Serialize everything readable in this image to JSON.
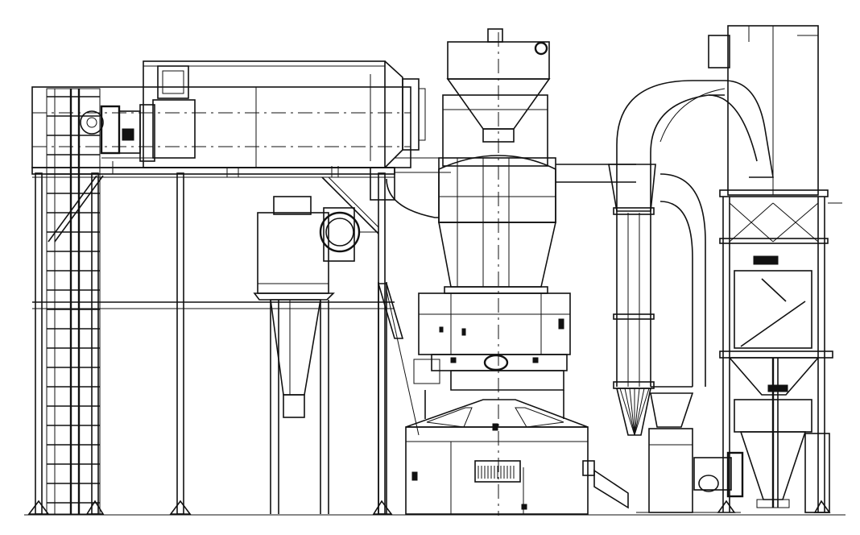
{
  "drawing": {
    "kind": "technical-line-drawing",
    "line_color": "#111111",
    "background": "#ffffff",
    "components": [
      {
        "name": "support-frame-with-ladder"
      },
      {
        "name": "rotary-dryer-drum"
      },
      {
        "name": "drive-motor"
      },
      {
        "name": "small-cyclone-dust-collector"
      },
      {
        "name": "fan-volute"
      },
      {
        "name": "feed-hopper"
      },
      {
        "name": "classifier-cyclone"
      },
      {
        "name": "grinding-mill-body"
      },
      {
        "name": "mill-base"
      },
      {
        "name": "return-air-duct"
      },
      {
        "name": "bag-filter"
      },
      {
        "name": "collection-silo"
      },
      {
        "name": "main-fan"
      }
    ]
  }
}
